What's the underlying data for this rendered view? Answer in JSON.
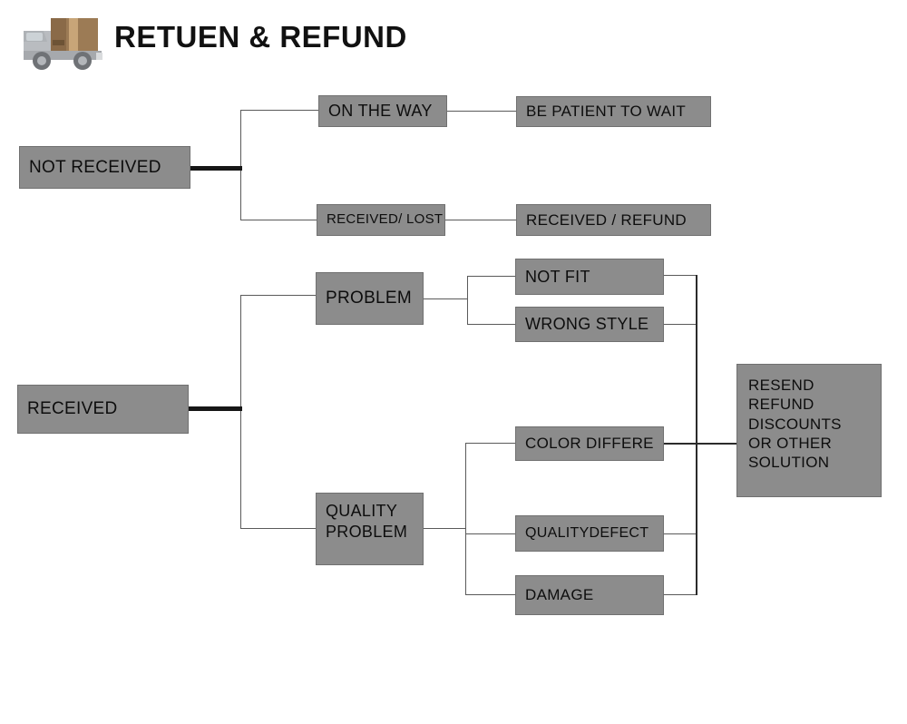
{
  "header": {
    "title": "RETUEN & REFUND",
    "icon": "delivery-truck-icon"
  },
  "diagram": {
    "type": "flowchart",
    "orientation": "left-to-right",
    "node_fill_color": "#8c8c8c",
    "node_border_color": "#707070",
    "text_color": "#0d0d0d",
    "connector_color": "#5a5a5a",
    "stem_color": "#161616",
    "background_color": "#ffffff",
    "nodes": {
      "not_received": "NOT RECEIVED",
      "on_the_way": "ON THE WAY",
      "received_lost": "RECEIVED/ LOST",
      "be_patient": "BE PATIENT TO WAIT",
      "received_refund": "RECEIVED / REFUND",
      "received": "RECEIVED",
      "problem": "PROBLEM",
      "quality_problem_line1": "QUALITY",
      "quality_problem_line2": "PROBLEM",
      "not_fit": "NOT FIT",
      "wrong_style": "WRONG STYLE",
      "color_differe": "COLOR DIFFERE",
      "quality_defect": "QUALITYDEFECT",
      "damage": "DAMAGE",
      "solution_line1": "RESEND",
      "solution_line2": "REFUND",
      "solution_line3": "DISCOUNTS",
      "solution_line4": "OR OTHER",
      "solution_line5": "SOLUTION"
    }
  }
}
